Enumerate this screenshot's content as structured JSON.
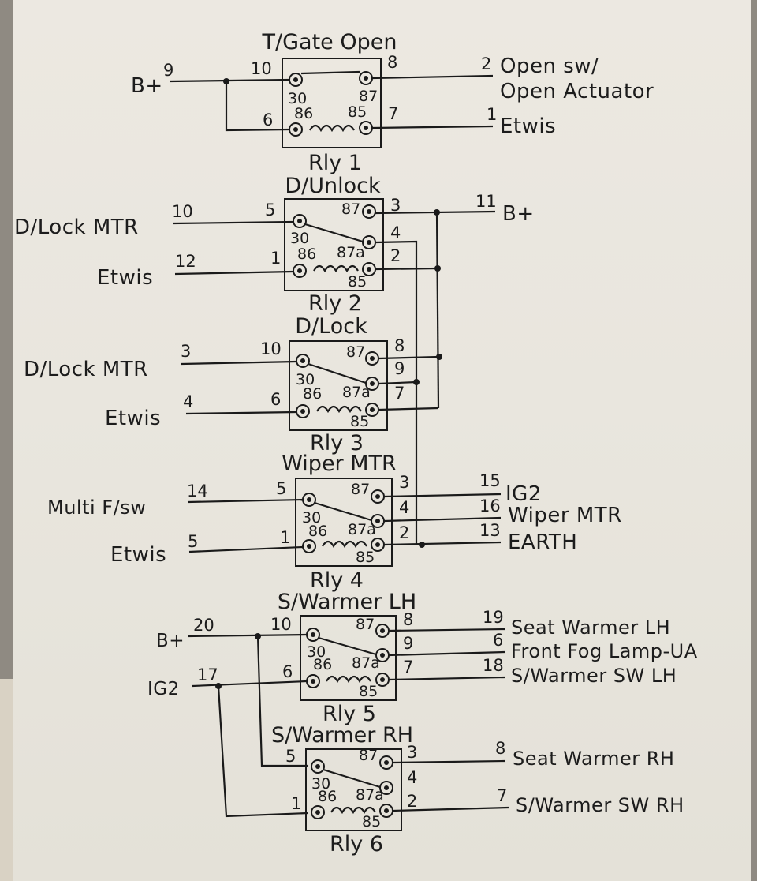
{
  "relays": [
    {
      "id": "rly1",
      "title": "T/Gate Open",
      "name": "Rly 1",
      "left_pins": [
        "10",
        "6"
      ],
      "right_pins": [
        "8",
        "7"
      ],
      "contacts": [
        "30",
        "87",
        "86",
        "85"
      ],
      "wires": [
        {
          "num": "9",
          "label": "B+"
        },
        {
          "num": "2",
          "label": "Open sw/"
        },
        {
          "label": "Open Actuator"
        },
        {
          "num": "1",
          "label": "Etwis"
        }
      ]
    },
    {
      "id": "rly2",
      "title": "D/Unlock",
      "name": "Rly 2",
      "left_pins": [
        "5",
        "1"
      ],
      "right_pins": [
        "3",
        "4",
        "2"
      ],
      "contacts": [
        "87",
        "30",
        "86",
        "87a",
        "85"
      ],
      "wires": [
        {
          "num": "10",
          "label": "D/Lock MTR"
        },
        {
          "num": "12",
          "label": "Etwis"
        },
        {
          "num": "11",
          "label": "B+"
        }
      ]
    },
    {
      "id": "rly3",
      "title": "D/Lock",
      "name": "Rly 3",
      "left_pins": [
        "10",
        "6"
      ],
      "right_pins": [
        "8",
        "9",
        "7"
      ],
      "contacts": [
        "87",
        "30",
        "86",
        "87a",
        "85"
      ],
      "wires": [
        {
          "num": "3",
          "label": "D/Lock MTR"
        },
        {
          "num": "4",
          "label": "Etwis"
        }
      ]
    },
    {
      "id": "rly4",
      "title": "Wiper MTR",
      "name": "Rly 4",
      "left_pins": [
        "5",
        "1"
      ],
      "right_pins": [
        "3",
        "4",
        "2"
      ],
      "contacts": [
        "87",
        "30",
        "86",
        "87a",
        "85"
      ],
      "wires": [
        {
          "num": "14",
          "label": "Multi F/sw"
        },
        {
          "num": "5",
          "label": "Etwis"
        },
        {
          "num": "15",
          "label": "IG2"
        },
        {
          "num": "16",
          "label": "Wiper MTR"
        },
        {
          "num": "13",
          "label": "EARTH"
        }
      ]
    },
    {
      "id": "rly5",
      "title": "S/Warmer LH",
      "name": "Rly 5",
      "left_pins": [
        "10",
        "6"
      ],
      "right_pins": [
        "8",
        "9",
        "7"
      ],
      "contacts": [
        "87",
        "30",
        "86",
        "87a",
        "85"
      ],
      "wires": [
        {
          "num": "20",
          "label": "B+"
        },
        {
          "num": "17",
          "label": "IG2"
        },
        {
          "num": "19",
          "label": "Seat Warmer LH"
        },
        {
          "num": "6",
          "label": "Front Fog Lamp-UA"
        },
        {
          "num": "18",
          "label": "S/Warmer SW LH"
        }
      ]
    },
    {
      "id": "rly6",
      "title": "S/Warmer RH",
      "name": "Rly 6",
      "left_pins": [
        "5",
        "1"
      ],
      "right_pins": [
        "3",
        "4",
        "2"
      ],
      "contacts": [
        "87",
        "30",
        "86",
        "87a",
        "85"
      ],
      "wires": [
        {
          "num": "8",
          "label": "Seat Warmer RH"
        },
        {
          "num": "7",
          "label": "S/Warmer SW RH"
        }
      ]
    }
  ]
}
